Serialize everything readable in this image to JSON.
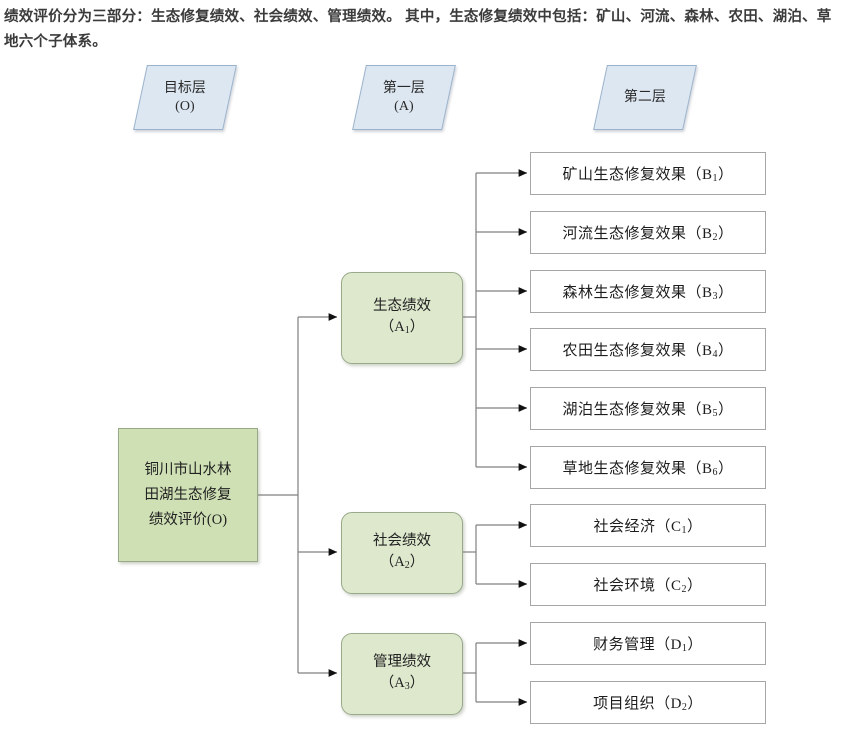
{
  "caption": "绩效评价分为三部分：生态修复绩效、社会绩效、管理绩效。 其中，生态修复绩效中包括：矿山、河流、森林、农田、湖泊、草地六个子体系。",
  "colors": {
    "header_fill": "#dde7f2",
    "header_stroke": "#9bb3cc",
    "node_fill": "#dde8cd",
    "root_fill": "#cfe0b4",
    "node_stroke": "#9aa98a",
    "leaf_fill": "#ffffff",
    "leaf_stroke": "#a6a6a6",
    "connector": "#808080"
  },
  "layer_headers": [
    {
      "line1": "目标层",
      "line2": "(O)"
    },
    {
      "line1": "第一层",
      "line2": "(A)"
    },
    {
      "line1": "第二层",
      "line2": ""
    }
  ],
  "root": {
    "line1": "铜川市山水林",
    "line2": "田湖生态修复",
    "line3": "绩效评价(O)",
    "code": "O"
  },
  "branches": [
    {
      "name": "生态绩效",
      "code": "A1",
      "code_base": "A",
      "code_sub": "1",
      "leaves": [
        {
          "text": "矿山生态修复效果（B",
          "sub": "1",
          "tail": "）",
          "code": "B1"
        },
        {
          "text": "河流生态修复效果（B",
          "sub": "2",
          "tail": "）",
          "code": "B2"
        },
        {
          "text": "森林生态修复效果（B",
          "sub": "3",
          "tail": "）",
          "code": "B3"
        },
        {
          "text": "农田生态修复效果（B",
          "sub": "4",
          "tail": "）",
          "code": "B4"
        },
        {
          "text": "湖泊生态修复效果（B",
          "sub": "5",
          "tail": "）",
          "code": "B5"
        },
        {
          "text": "草地生态修复效果（B",
          "sub": "6",
          "tail": "）",
          "code": "B6"
        }
      ]
    },
    {
      "name": "社会绩效",
      "code": "A2",
      "code_base": "A",
      "code_sub": "2",
      "leaves": [
        {
          "text": "社会经济（C",
          "sub": "1",
          "tail": "）",
          "code": "C1"
        },
        {
          "text": "社会环境（C",
          "sub": "2",
          "tail": "）",
          "code": "C2"
        }
      ]
    },
    {
      "name": "管理绩效",
      "code": "A3",
      "code_base": "A",
      "code_sub": "3",
      "leaves": [
        {
          "text": "财务管理（D",
          "sub": "1",
          "tail": "）",
          "code": "D1"
        },
        {
          "text": "项目组织（D",
          "sub": "2",
          "tail": "）",
          "code": "D2"
        }
      ]
    }
  ]
}
